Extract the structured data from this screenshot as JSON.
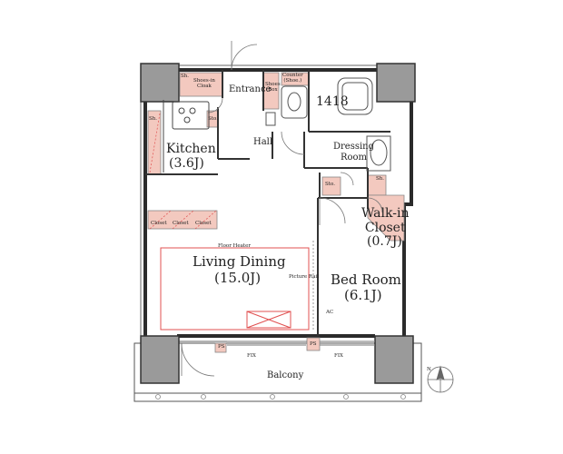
{
  "rooms": {
    "entrance": "Entrance",
    "shoes_in_cloak": "Shoes-in\nCloak",
    "shoes_box": "Shoes\nBox",
    "counter": "Counter\n(Shoe.)",
    "number": "1418",
    "kitchen": "Kitchen",
    "kitchen_size": "(3.6J)",
    "hall": "Hall",
    "dressing_room": "Dressing\nRoom",
    "walk_in_closet": "Walk-in\nCloset",
    "walk_in_size": "(0.7J)",
    "living_dining": "Living Dining",
    "living_size": "(15.0J)",
    "bed_room": "Bed Room",
    "bed_size": "(6.1J)",
    "balcony": "Balcony"
  },
  "annotations": {
    "floor_heater": "Floor Heater",
    "picture_rail": "Picture Rail",
    "ac": "AC",
    "ps1": "PS",
    "ps2": "PS",
    "fix1": "FIX",
    "fix2": "FIX",
    "closet1": "Closet",
    "closet2": "Closet",
    "closet3": "Closet",
    "sto1": "Sto.",
    "sto2": "Sto.",
    "sh1": "Sh.",
    "sh2": "Sh.",
    "sh3": "Sh.",
    "north": "N"
  },
  "colors": {
    "wall": "#2b2b2b",
    "storage_fill": "#f3c9bf",
    "red_line": "#e05050"
  }
}
